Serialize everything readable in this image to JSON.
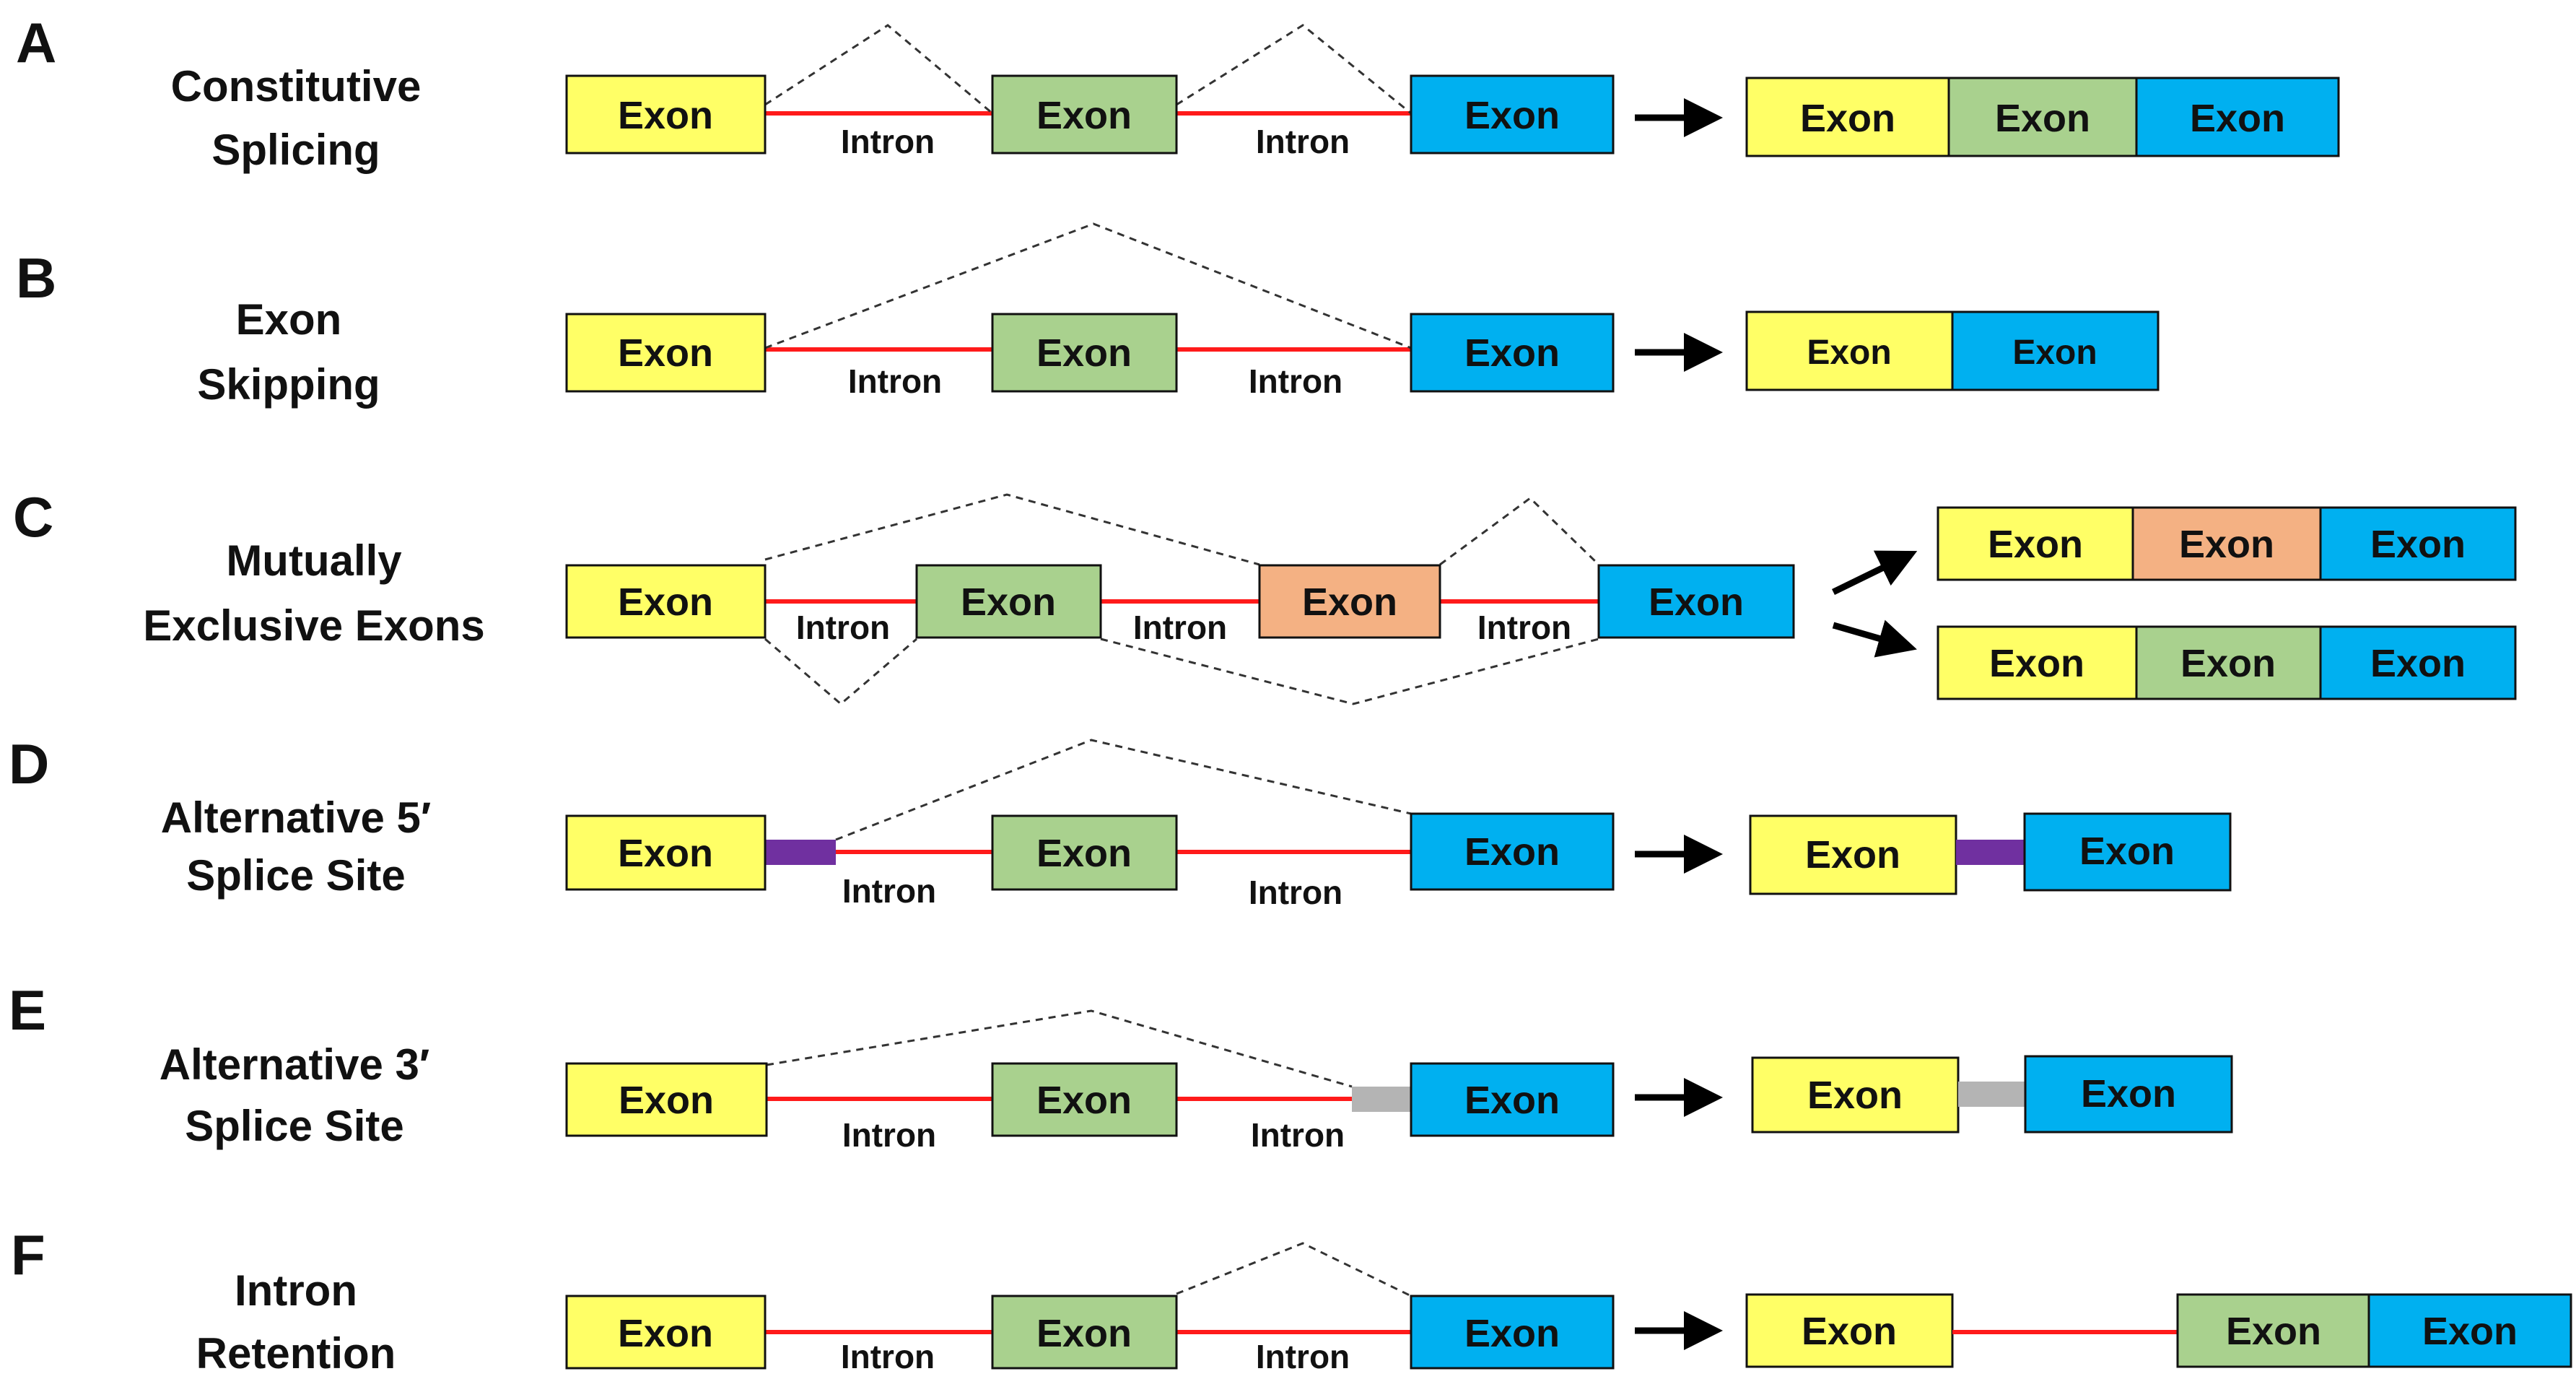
{
  "colors": {
    "exon1": "#ffff66",
    "exon2": "#a9d18e",
    "exon_alt": "#f4b183",
    "exon3": "#00b0f0",
    "intron": "#ff1a1a",
    "alt5_site": "#7030a0",
    "alt3_site": "#b4b4b4"
  },
  "panels": [
    {
      "letter": "A",
      "title_line1": "Constitutive",
      "title_line2": "Splicing"
    },
    {
      "letter": "B",
      "title_line1": "Exon",
      "title_line2": "Skipping"
    },
    {
      "letter": "C",
      "title_line1": "Mutually",
      "title_line2": "Exclusive Exons"
    },
    {
      "letter": "D",
      "title_line1": "Alternative 5′",
      "title_line2": "Splice Site"
    },
    {
      "letter": "E",
      "title_line1": "Alternative 3′",
      "title_line2": "Splice Site"
    },
    {
      "letter": "F",
      "title_line1": "Intron",
      "title_line2": "Retention"
    }
  ],
  "labels": {
    "exon": "Exon",
    "intron": "Intron"
  }
}
